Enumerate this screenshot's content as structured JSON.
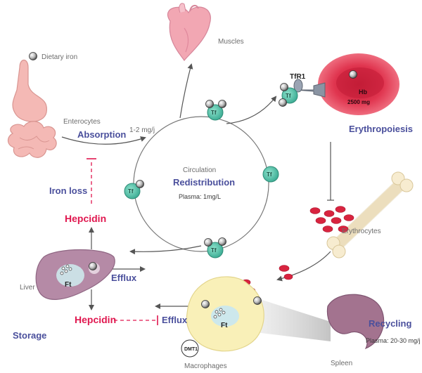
{
  "labels": {
    "dietary_iron": "Dietary iron",
    "muscles": "Muscles",
    "enterocytes": "Enterocytes",
    "absorption": "Absorption",
    "absorption_rate": "1-2 mg/j",
    "circulation": "Circulation",
    "redistribution": "Redistribution",
    "plasma": "Plasma: 1mg/L",
    "tfr1": "TfR1",
    "hb": "Hb",
    "hb_amount": "2500 mg",
    "erythropoiesis": "Erythropoiesis",
    "erythrocytes": "Erythrocytes",
    "iron_loss": "Iron loss",
    "hepcidin_top": "Hepcidin",
    "hepcidin_bottom": "Hepcidin",
    "liver": "Liver",
    "ft_liver": "Ft",
    "efflux_liver": "Efflux",
    "efflux_macrophage": "Efflux",
    "storage": "Storage",
    "dmt1": "DMT1",
    "ft_macrophage": "Ft",
    "macrophages": "Macrophages",
    "spleen": "Spleen",
    "recycling": "Recycling",
    "recycling_rate": "Plasma: 20-30 mg/j",
    "tf": "Tf"
  },
  "colors": {
    "blue_text": "#4a4f9c",
    "red_text": "#e0174f",
    "tf_fill": "#5cc9b0",
    "gut": "#f4b9b5",
    "heart": "#f2a7b3",
    "rbc": "#e0354f",
    "liver": "#b58aa6",
    "macrophage": "#f9f0b8",
    "spleen": "#a3738f",
    "bone": "#f7ecd0"
  },
  "icons": [
    "iron-atom-icon",
    "heart-icon",
    "stomach-icon",
    "red-blood-cell-icon",
    "bone-icon",
    "liver-icon",
    "macrophage-icon",
    "spleen-icon",
    "transferrin-icon",
    "receptor-icon"
  ]
}
